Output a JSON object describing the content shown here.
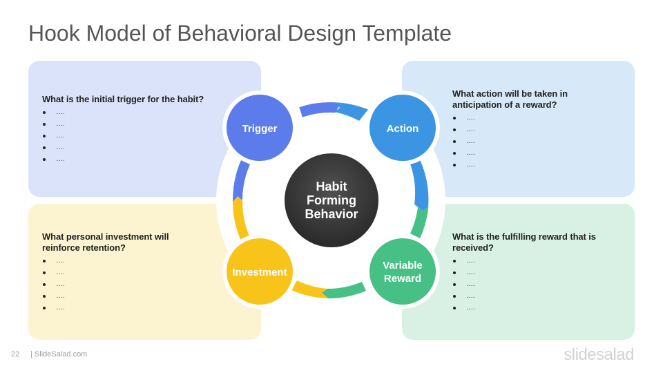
{
  "title": "Hook Model of Behavioral Design Template",
  "colors": {
    "trigger": "#5b7cea",
    "action": "#3b95e3",
    "reward": "#46c084",
    "investment": "#f8c41a",
    "center": "#3a3a3a"
  },
  "cycle": {
    "center_lines": [
      "Habit",
      "Forming",
      "Behavior"
    ],
    "trigger_label": "Trigger",
    "action_label": "Action",
    "reward_lines": [
      "Variable",
      "Reward"
    ],
    "investment_label": "Investment"
  },
  "panels": {
    "trigger": {
      "question": "What is the initial trigger for the habit?",
      "bullets": [
        "….",
        "….",
        "….",
        "….",
        "…."
      ]
    },
    "action": {
      "question": "What action will be taken in anticipation of a reward?",
      "bullets": [
        "….",
        "….",
        "….",
        "….",
        "…."
      ]
    },
    "investment": {
      "question": "What personal investment will reinforce retention?",
      "bullets": [
        "….",
        "….",
        "….",
        "….",
        "…."
      ]
    },
    "reward": {
      "question": "What is the fulfilling reward that is received?",
      "bullets": [
        "….",
        "….",
        "….",
        "….",
        "…."
      ]
    }
  },
  "footer": {
    "page_number": "22",
    "site": "| SlideSalad.com",
    "logo": "slidesalad"
  }
}
